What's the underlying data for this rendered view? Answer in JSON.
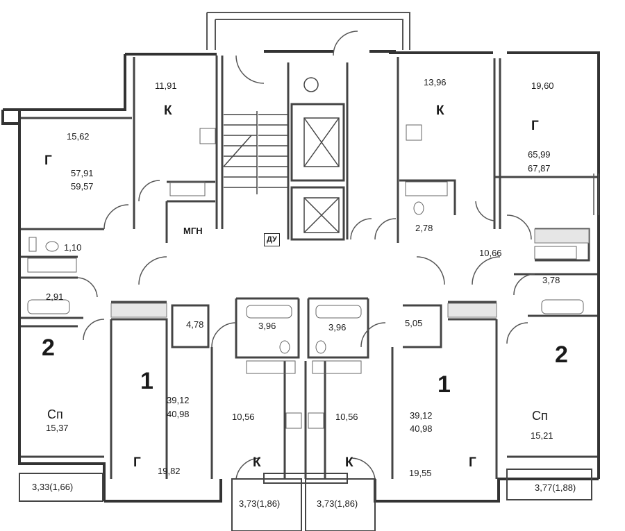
{
  "floor_plan": {
    "labels": {
      "a_1191": "11,91",
      "a_1396": "13,96",
      "a_1960": "19,60",
      "a_1562": "15,62",
      "k_top_left": "К",
      "k_top_right": "К",
      "g_top_left": "Г",
      "g_top_right": "Г",
      "a_5791": "57,91",
      "a_5957": "59,57",
      "a_6599": "65,99",
      "a_6787": "67,87",
      "mgn": "МГН",
      "du": "ДУ",
      "a_110": "1,10",
      "a_278": "2,78",
      "a_1066": "10,66",
      "a_378": "3,78",
      "a_291": "2,91",
      "a_478": "4,78",
      "a_396_left": "3,96",
      "a_396_right": "3,96",
      "a_505": "5,05",
      "apt2_left": "2",
      "apt2_right": "2",
      "apt1_left": "1",
      "apt1_right": "1",
      "a_3912_left": "39,12",
      "a_4098_left": "40,98",
      "a_3912_right": "39,12",
      "a_4098_right": "40,98",
      "a_1056_left": "10,56",
      "a_1056_right": "10,56",
      "sp_left": "Сп",
      "sp_right": "Сп",
      "a_1537": "15,37",
      "a_1521": "15,21",
      "g_bottom_left": "Г",
      "g_bottom_right": "Г",
      "k_bottom_left": "К",
      "k_bottom_right": "К",
      "a_1982": "19,82",
      "a_1955": "19,55",
      "balcony_left": "3,33(1,66)",
      "balcony_right": "3,77(1,88)",
      "balcony_mid_left": "3,73(1,86)",
      "balcony_mid_right": "3,73(1,86)"
    }
  }
}
